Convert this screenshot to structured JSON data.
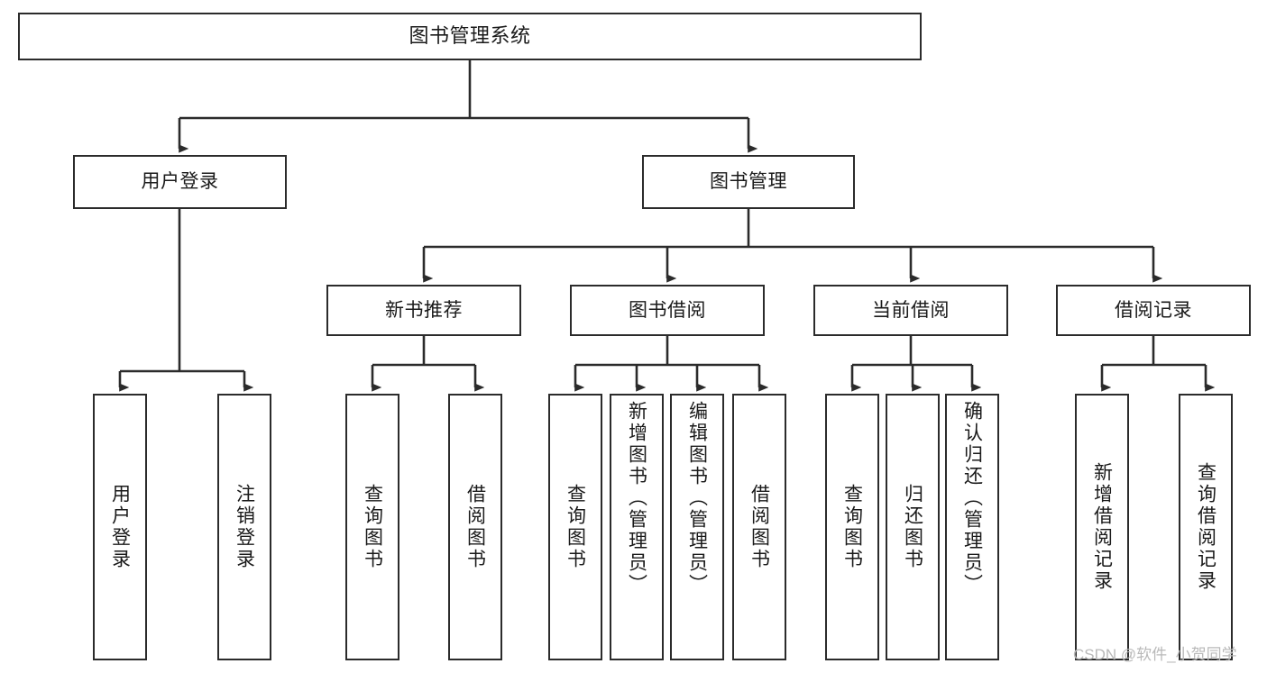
{
  "diagram": {
    "title": "图书管理系统",
    "type": "tree",
    "watermark": "CSDN @软件_小贺同学",
    "colors": {
      "stroke": "#2b2b2b",
      "fill": "#ffffff",
      "text": "#1a1a1a",
      "watermark": "#b9b9b9"
    },
    "nodes": {
      "root": {
        "label": "图书管理系统"
      },
      "level1": [
        {
          "label": "用户登录"
        },
        {
          "label": "图书管理"
        }
      ],
      "level2": [
        {
          "label": "新书推荐"
        },
        {
          "label": "图书借阅"
        },
        {
          "label": "当前借阅"
        },
        {
          "label": "借阅记录"
        }
      ],
      "leaves_user_login": [
        {
          "label": "用户登录"
        },
        {
          "label": "注销登录"
        }
      ],
      "leaves_new_book": [
        {
          "label": "查询图书"
        },
        {
          "label": "借阅图书"
        }
      ],
      "leaves_borrow": [
        {
          "label": "查询图书"
        },
        {
          "label": "新增图书（管理员）"
        },
        {
          "label": "编辑图书（管理员）"
        },
        {
          "label": "借阅图书"
        }
      ],
      "leaves_current": [
        {
          "label": "查询图书"
        },
        {
          "label": "归还图书"
        },
        {
          "label": "确认归还（管理员）"
        }
      ],
      "leaves_records": [
        {
          "label": "新增借阅记录"
        },
        {
          "label": "查询借阅记录"
        }
      ]
    }
  }
}
